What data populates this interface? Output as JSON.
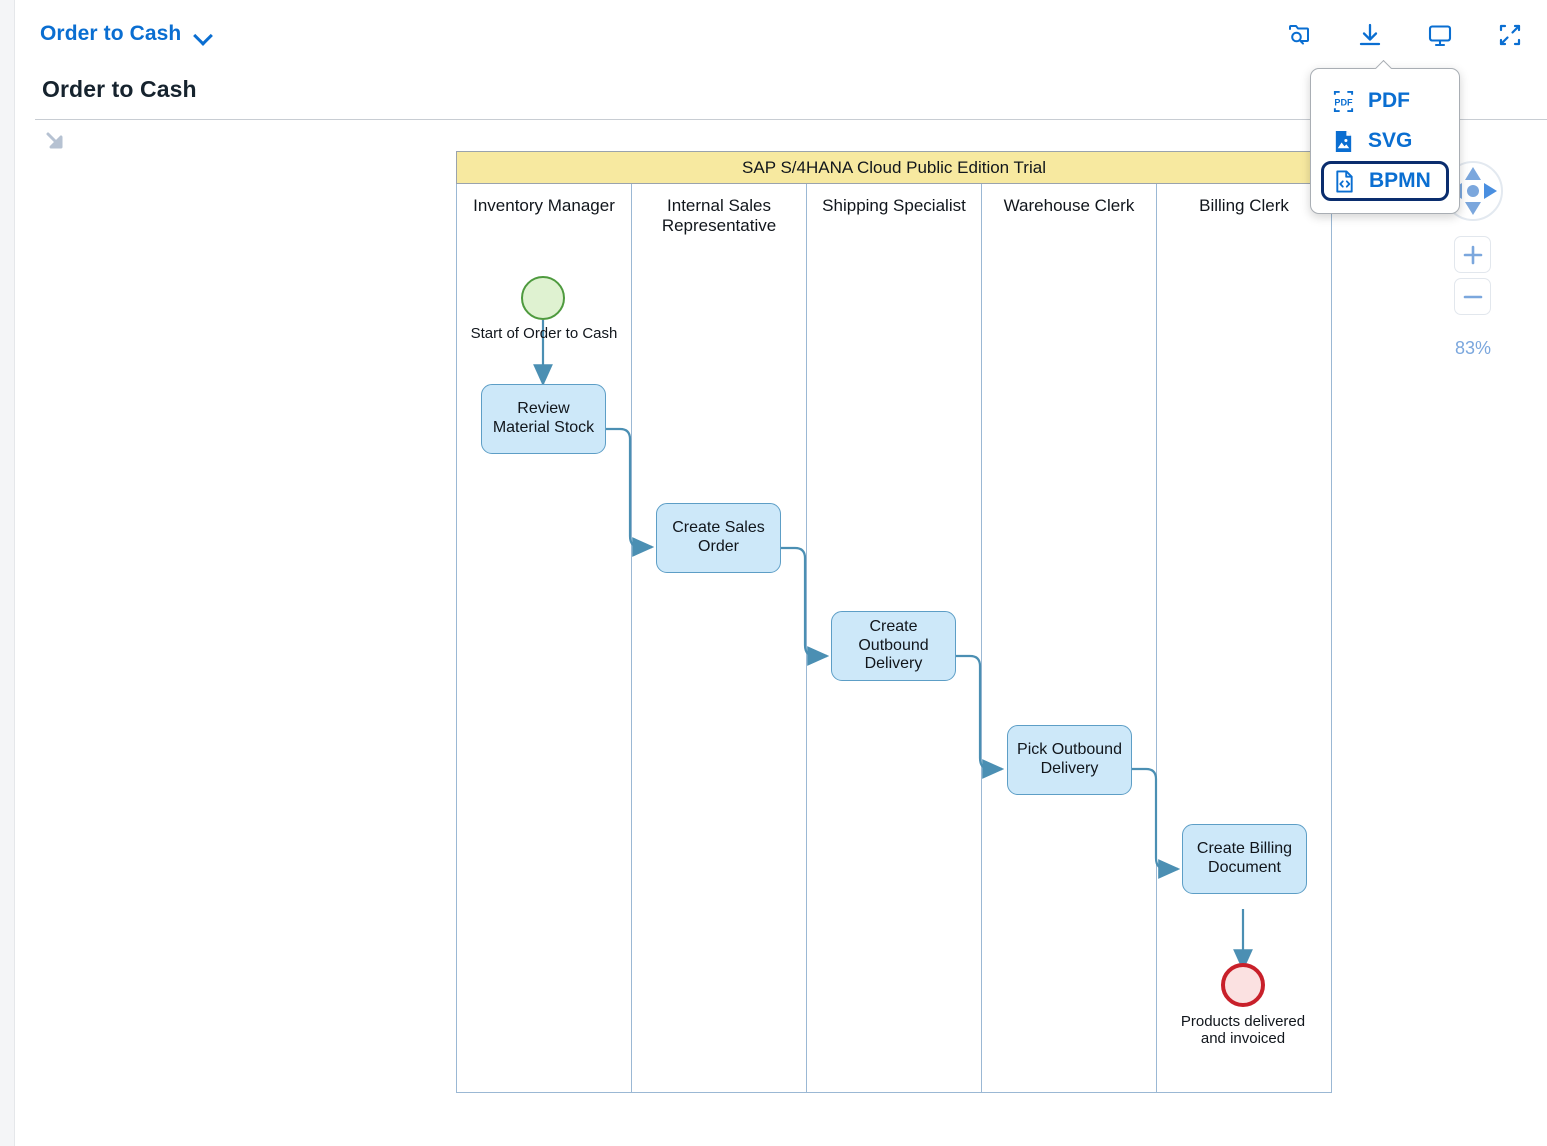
{
  "header": {
    "breadcrumb_label": "Order to Cash",
    "breadcrumb_icon": "chevron-down-icon",
    "page_title": "Order to Cash",
    "expand_icon": "expand-diagonal-arrow-icon",
    "toolbar": [
      {
        "name": "search-folder-icon",
        "tooltip": "Find"
      },
      {
        "name": "download-icon",
        "tooltip": "Download"
      },
      {
        "name": "presentation-display-icon",
        "tooltip": "Present"
      },
      {
        "name": "collapse-fullscreen-icon",
        "tooltip": "Exit Full Screen"
      }
    ]
  },
  "download_menu": {
    "open": true,
    "items": [
      {
        "label": "PDF",
        "icon": "pdf-file-icon",
        "focused": false
      },
      {
        "label": "SVG",
        "icon": "svg-file-icon",
        "focused": false
      },
      {
        "label": "BPMN",
        "icon": "bpmn-code-file-icon",
        "focused": true
      }
    ]
  },
  "viewport_controls": {
    "pan_icon": "pan-compass-icon",
    "zoom_in_label": "+",
    "zoom_out_label": "−",
    "zoom_level": "83%"
  },
  "diagram": {
    "pool_title": "SAP S/4HANA Cloud Public Edition Trial",
    "pool_header_color": "#f7e9a0",
    "lane_border_color": "#9bb8d4",
    "task_fill": "#cde8f9",
    "task_border": "#5d9ec6",
    "connector_color": "#4b8fb3",
    "start_event_fill": "#dff2d1",
    "start_event_border": "#4e9a3e",
    "end_event_fill": "#fbe1e1",
    "end_event_border": "#c8202a",
    "lanes": [
      {
        "label": "Inventory Manager"
      },
      {
        "label": "Internal Sales Representative"
      },
      {
        "label": "Shipping Specialist"
      },
      {
        "label": "Warehouse Clerk"
      },
      {
        "label": "Billing Clerk"
      }
    ],
    "nodes": [
      {
        "id": "start",
        "type": "start-event",
        "label": "Start of Order to Cash",
        "lane": 0
      },
      {
        "id": "review",
        "type": "task",
        "label": "Review Material Stock",
        "lane": 0
      },
      {
        "id": "sales",
        "type": "task",
        "label": "Create Sales Order",
        "lane": 1
      },
      {
        "id": "outbnd",
        "type": "task",
        "label": "Create Outbound Delivery",
        "lane": 2
      },
      {
        "id": "pick",
        "type": "task",
        "label": "Pick Outbound Delivery",
        "lane": 3
      },
      {
        "id": "billing",
        "type": "task",
        "label": "Create Billing Document",
        "lane": 4
      },
      {
        "id": "end",
        "type": "end-event",
        "label": "Products delivered and invoiced",
        "lane": 4
      }
    ],
    "flows": [
      {
        "from": "start",
        "to": "review"
      },
      {
        "from": "review",
        "to": "sales"
      },
      {
        "from": "sales",
        "to": "outbnd"
      },
      {
        "from": "outbnd",
        "to": "pick"
      },
      {
        "from": "pick",
        "to": "billing"
      },
      {
        "from": "billing",
        "to": "end"
      }
    ]
  }
}
